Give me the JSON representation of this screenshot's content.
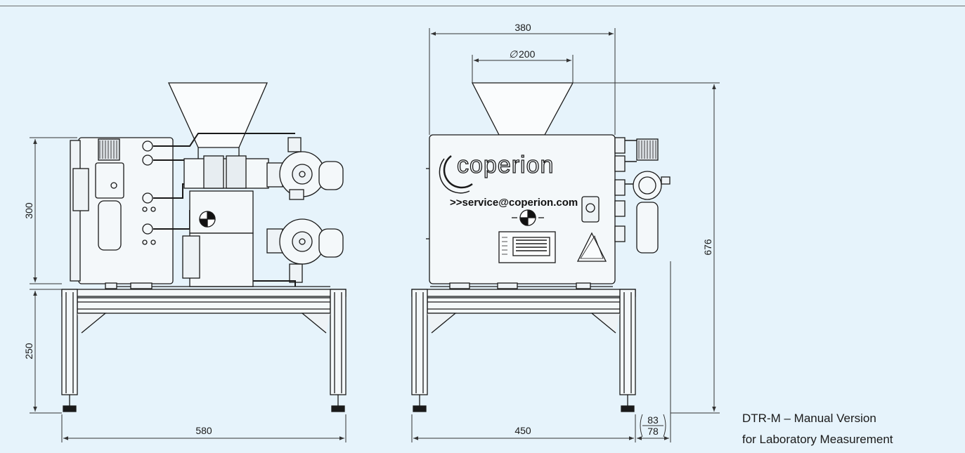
{
  "drawing": {
    "title_line1": "DTR-M – Manual Version",
    "title_line2": "for Laboratory Measurement",
    "brand": "coperion",
    "email": ">>service@coperion.com",
    "colors": {
      "background": "#e6f3fb",
      "line": "#1a1a1a",
      "dimension": "#333333"
    }
  },
  "dimensions": {
    "side_height_body": "300",
    "side_height_frame": "250",
    "side_width": "580",
    "front_width_top": "380",
    "front_diameter": "200",
    "front_height_total": "676",
    "front_width_base": "450",
    "foot_upper": "83",
    "foot_lower": "78"
  }
}
